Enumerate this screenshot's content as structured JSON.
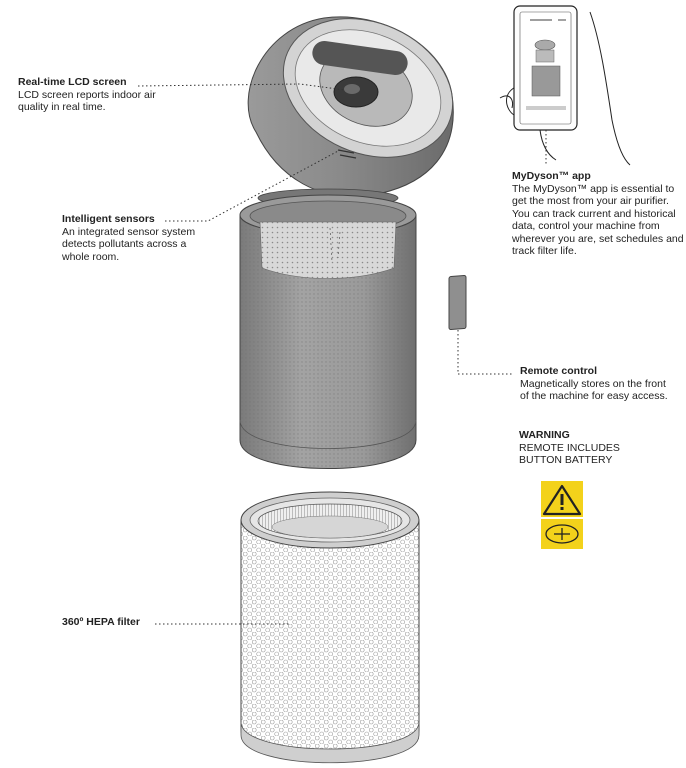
{
  "callouts": {
    "lcd": {
      "title": "Real-time LCD screen",
      "description": "LCD screen reports indoor air quality in real time."
    },
    "sensors": {
      "title": "Intelligent sensors",
      "description": "An integrated sensor system detects pollutants across a whole room."
    },
    "app": {
      "title": "MyDyson™ app",
      "description": "The MyDyson™ app is essential to get the most from your air purifier. You can track current and historical data, control your machine from wherever you are, set schedules and track filter life."
    },
    "remote": {
      "title": "Remote control",
      "description": "Magnetically stores on the front of the machine for easy access."
    },
    "hepa": {
      "title": "360º HEPA filter"
    }
  },
  "warning": {
    "title": "WARNING",
    "line1": "REMOTE INCLUDES",
    "line2": "BUTTON BATTERY"
  },
  "colors": {
    "body_gray": "#8c8c8c",
    "warning_yellow": "#f3d21b",
    "line": "#222222"
  },
  "icons": [
    "warning-triangle-icon",
    "button-battery-icon",
    "smartphone-icon",
    "hand-icon",
    "remote-control-icon"
  ]
}
